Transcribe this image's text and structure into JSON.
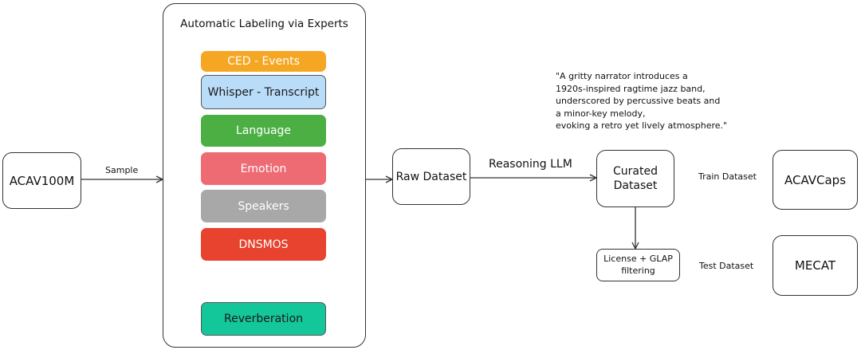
{
  "source": {
    "label": "ACAV100M"
  },
  "sample_edge": {
    "label": "Sample"
  },
  "experts_panel": {
    "title": "Automatic Labeling via Experts",
    "experts": [
      {
        "label": "CED - Events",
        "color": "#f5a623",
        "text_color": "#ffffff"
      },
      {
        "label": "Whisper - Transcript",
        "color": "#b9dcf9",
        "text_color": "#1a1a1a"
      },
      {
        "label": "Language",
        "color": "#4caf44",
        "text_color": "#ffffff"
      },
      {
        "label": "Emotion",
        "color": "#ee6b73",
        "text_color": "#ffffff"
      },
      {
        "label": "Speakers",
        "color": "#a8a8a8",
        "text_color": "#ffffff"
      },
      {
        "label": "DNSMOS",
        "color": "#e8432e",
        "text_color": "#ffffff"
      }
    ],
    "last_expert": {
      "label": "Reverberation",
      "color": "#14c79b",
      "text_color": "#1a1a1a"
    }
  },
  "raw_dataset": {
    "label": "Raw Dataset"
  },
  "reasoning_edge": {
    "label": "Reasoning LLM"
  },
  "example_caption": {
    "lines": [
      "\"A gritty narrator introduces a",
      "1920s-inspired ragtime jazz band,",
      "underscored by percussive beats and",
      "a minor-key melody,",
      "evoking a retro yet lively atmosphere.\""
    ]
  },
  "curated_dataset": {
    "label": "Curated Dataset"
  },
  "filter_box": {
    "label": "License + GLAP filtering"
  },
  "train_edge": {
    "label": "Train Dataset"
  },
  "test_edge": {
    "label": "Test Dataset"
  },
  "train_output": {
    "label": "ACAVCaps"
  },
  "test_output": {
    "label": "MECAT"
  }
}
